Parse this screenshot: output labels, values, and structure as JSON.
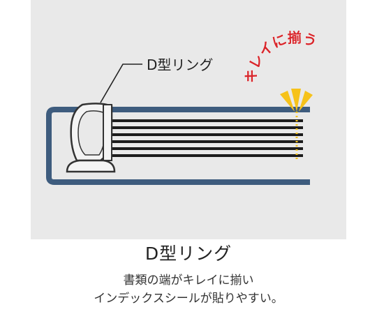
{
  "diagram": {
    "callout_label": "D型リング",
    "highlight_label": "キレイに揃う"
  },
  "caption": {
    "title": "D型リング",
    "line1": "書類の端がキレイに揃い",
    "line2": "インデックスシールが貼りやすい。"
  },
  "colors": {
    "panel_bg": "#e9e9e9",
    "binder_blue": "#3e5c7e",
    "accent_red": "#d8262b",
    "accent_yellow": "#f6c21a",
    "paper_line": "#1c1c1c"
  }
}
